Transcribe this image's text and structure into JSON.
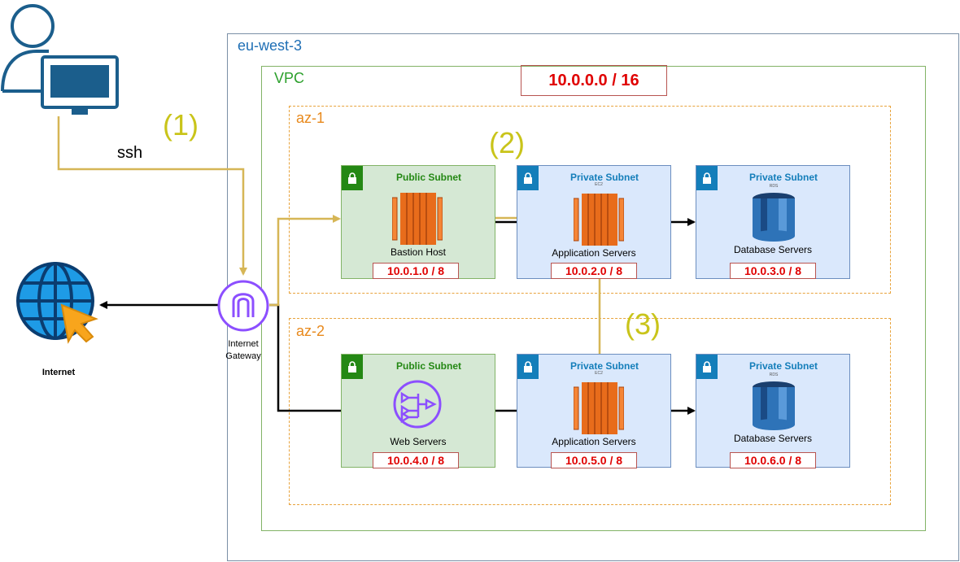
{
  "region": {
    "label": "eu-west-3",
    "color": "#1f6fb5"
  },
  "vpc": {
    "label": "VPC",
    "cidr": "10.0.0.0 / 16",
    "color": "#2ca02c"
  },
  "zones": [
    {
      "label": "az-1",
      "color": "#e8891c"
    },
    {
      "label": "az-2",
      "color": "#e8891c"
    }
  ],
  "steps": [
    "(1)",
    "(2)",
    "(3)"
  ],
  "user": {
    "connection_label": "ssh"
  },
  "internet": {
    "label": "Internet"
  },
  "gateway": {
    "label": "Internet Gateway"
  },
  "subnets": [
    {
      "title": "Public Subnet",
      "service": "Bastion Host",
      "cidr": "10.0.1.0 / 8",
      "icon": "ec2-icon"
    },
    {
      "title": "Private Subnet",
      "service": "Application Servers",
      "cidr": "10.0.2.0 / 8",
      "icon": "ec2-icon",
      "service_tag": "EC2"
    },
    {
      "title": "Private Subnet",
      "service": "Database Servers",
      "cidr": "10.0.3.0 / 8",
      "icon": "rds-icon",
      "service_tag": "RDS"
    },
    {
      "title": "Public Subnet",
      "service": "Web Servers",
      "cidr": "10.0.4.0 / 8",
      "icon": "load-balancer-icon"
    },
    {
      "title": "Private Subnet",
      "service": "Application Servers",
      "cidr": "10.0.5.0 / 8",
      "icon": "ec2-icon",
      "service_tag": "EC2"
    },
    {
      "title": "Private Subnet",
      "service": "Database Servers",
      "cidr": "10.0.6.0 / 8",
      "icon": "rds-icon",
      "service_tag": "RDS"
    }
  ],
  "colors": {
    "ssh_path": "#d6b656",
    "traffic": "#000000",
    "cidr_text": "#e00000",
    "ec2": "#ed7100",
    "rds": "#2e73b8",
    "gateway": "#8c4fff"
  }
}
